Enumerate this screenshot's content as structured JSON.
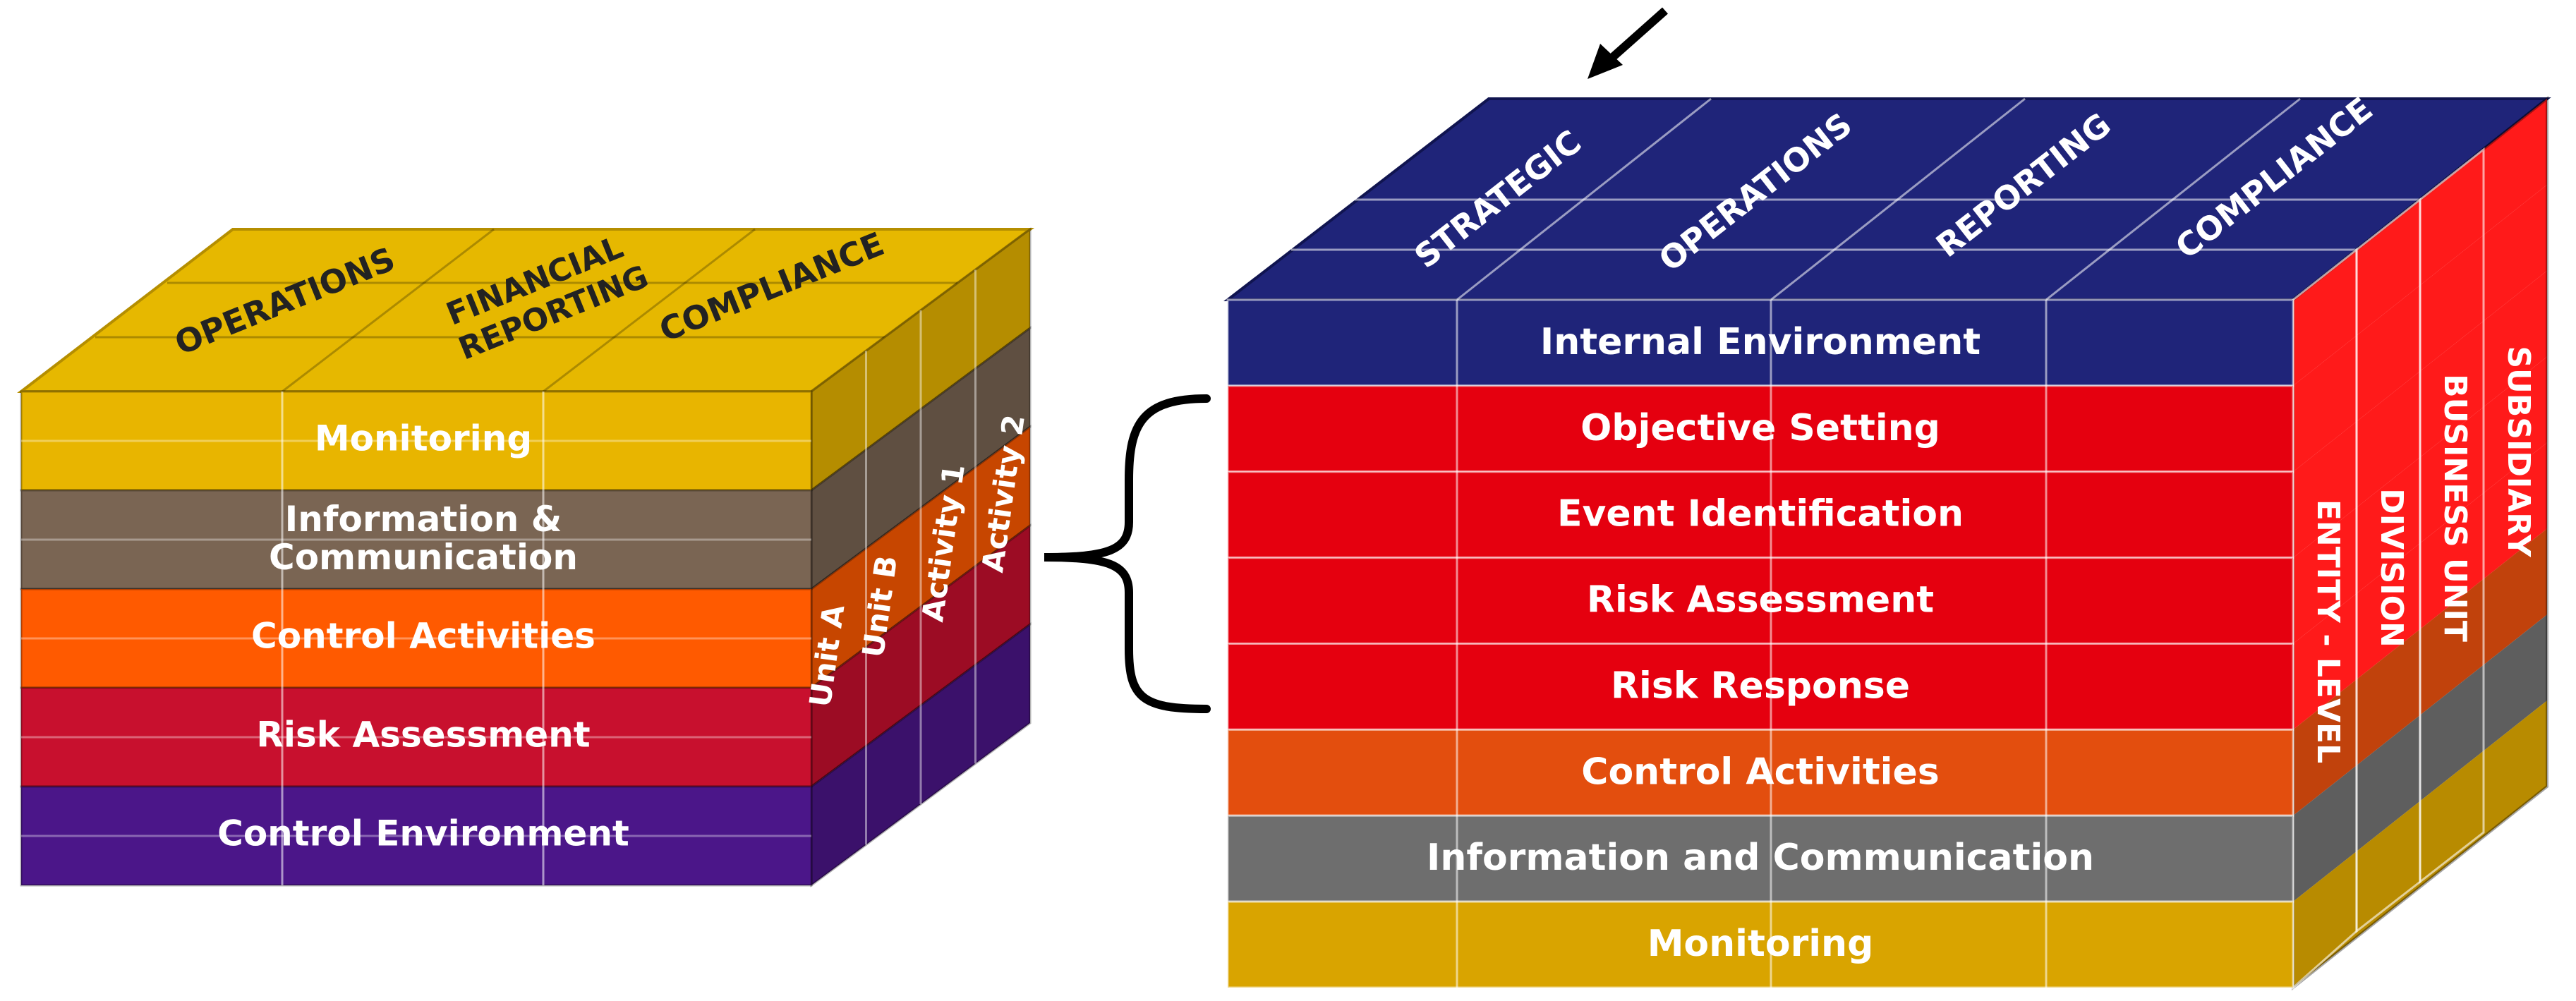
{
  "left_cube": {
    "top_labels": [
      "OPERATIONS",
      "FINANCIAL\nREPORTING",
      "COMPLIANCE"
    ],
    "layers": [
      {
        "label": "Monitoring",
        "color": "#E8B500"
      },
      {
        "label": "Information &\nCommunication",
        "color": "#7A6553"
      },
      {
        "label": "Control Activities",
        "color": "#FF5A00"
      },
      {
        "label": "Risk Assessment",
        "color": "#C8102E"
      },
      {
        "label": "Control Environment",
        "color": "#4B1689"
      }
    ],
    "side_labels": [
      "Unit A",
      "Unit B",
      "Activity 1",
      "Activity 2"
    ]
  },
  "right_cube": {
    "top_labels": [
      "STRATEGIC",
      "OPERATIONS",
      "REPORTING",
      "COMPLIANCE"
    ],
    "layers": [
      {
        "label": "Internal Environment",
        "color": "#1F2479"
      },
      {
        "label": "Objective Setting",
        "color": "#E5000F"
      },
      {
        "label": "Event Identification",
        "color": "#E5000F"
      },
      {
        "label": "Risk Assessment",
        "color": "#E5000F"
      },
      {
        "label": "Risk Response",
        "color": "#E5000F"
      },
      {
        "label": "Control Activities",
        "color": "#E34E0E"
      },
      {
        "label": "Information and Communication",
        "color": "#6E6E6E"
      },
      {
        "label": "Monitoring",
        "color": "#D9A400"
      }
    ],
    "side_labels": [
      "ENTITY - LEVEL",
      "DIVISION",
      "BUSINESS UNIT",
      "SUBSIDIARY"
    ]
  }
}
